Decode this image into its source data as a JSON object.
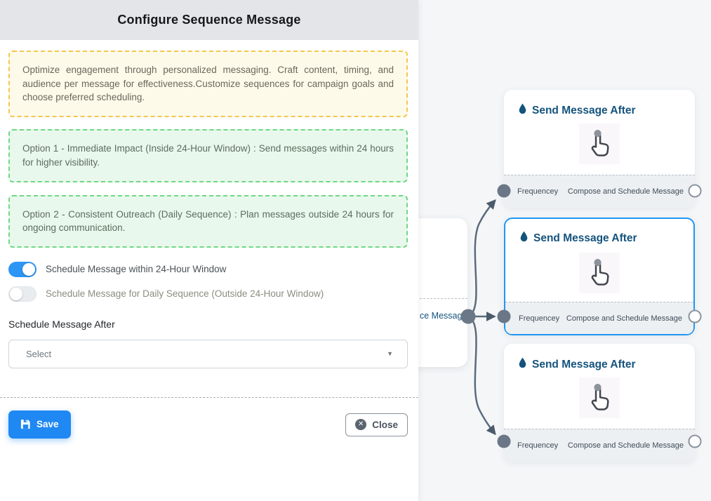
{
  "colors": {
    "accent_blue": "#2196f3",
    "node_title": "#14537d",
    "edge": "#5b6b7c",
    "warning_border": "#f5c64f",
    "success_border": "#6ed884",
    "save_button": "#1f88f3",
    "canvas_bg": "#f4f6f8"
  },
  "panel": {
    "title": "Configure Sequence Message",
    "intro": "Optimize engagement through personalized messaging. Craft content, timing, and audience per message for effectiveness.Customize sequences for campaign goals and choose preferred scheduling.",
    "option1": "Option 1 - Immediate Impact (Inside 24-Hour Window) : Send messages within 24 hours for higher visibility.",
    "option2": "Option 2 - Consistent Outreach (Daily Sequence) : Plan messages outside 24 hours for ongoing communication.",
    "toggles": [
      {
        "label": "Schedule Message within 24-Hour Window",
        "state": "on"
      },
      {
        "label": "Schedule Message for Daily Sequence (Outside 24-Hour Window)",
        "state": "off"
      }
    ],
    "schedule_after": {
      "label": "Schedule Message After",
      "value": "Select"
    },
    "buttons": {
      "save": "Save",
      "close": "Close"
    }
  },
  "canvas": {
    "partial_node": {
      "footer_label": "ce Message"
    },
    "nodes": [
      {
        "title": "Send Message After",
        "footer_left": "Frequencey",
        "footer_right": "Compose and Schedule Message",
        "selected": false
      },
      {
        "title": "Send Message After",
        "footer_left": "Frequencey",
        "footer_right": "Compose and Schedule Message",
        "selected": true
      },
      {
        "title": "Send Message After",
        "footer_left": "Frequencey",
        "footer_right": "Compose and Schedule Message",
        "selected": false
      }
    ]
  }
}
